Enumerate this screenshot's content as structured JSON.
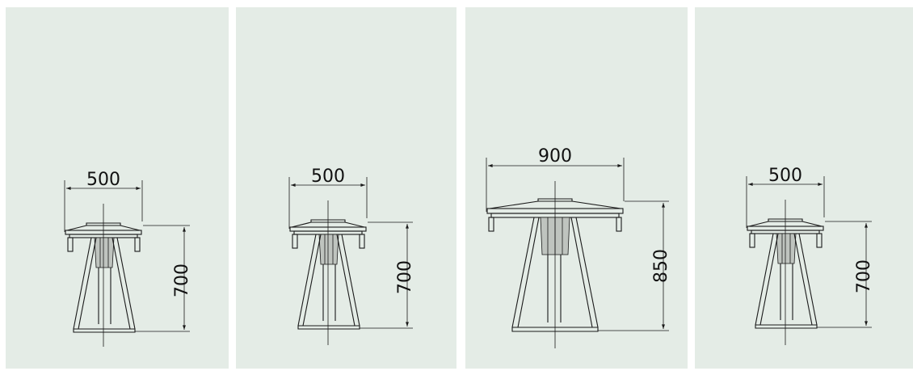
{
  "drawings": [
    {
      "width_label": "500",
      "height_label": "700"
    },
    {
      "width_label": "500",
      "height_label": "700"
    },
    {
      "width_label": "900",
      "height_label": "850"
    },
    {
      "width_label": "500",
      "height_label": "700"
    }
  ]
}
